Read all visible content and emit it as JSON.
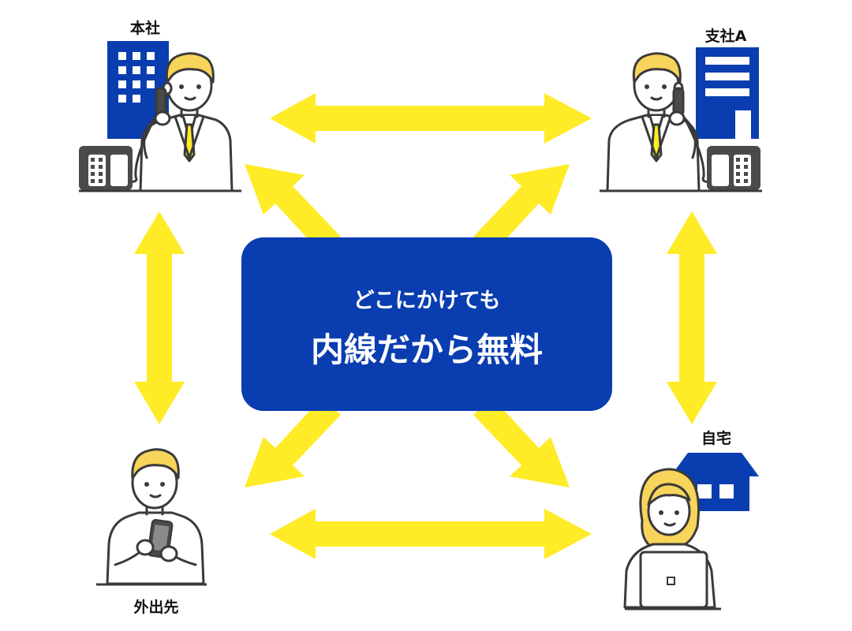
{
  "center": {
    "line1": "どこにかけても",
    "line2": "内線だから無料"
  },
  "nodes": {
    "head_office": {
      "label": "本社",
      "icon": "office-building-icon"
    },
    "branch_a": {
      "label": "支社A",
      "icon": "office-building-icon"
    },
    "remote": {
      "label": "外出先",
      "icon": "smartphone-icon"
    },
    "home": {
      "label": "自宅",
      "icon": "house-icon"
    }
  },
  "colors": {
    "arrow": "#FFEB26",
    "accent_blue": "#0A3DB0",
    "line": "#3A3A3A",
    "hair": "#F7D45A",
    "phone": "#4A4A4A"
  }
}
